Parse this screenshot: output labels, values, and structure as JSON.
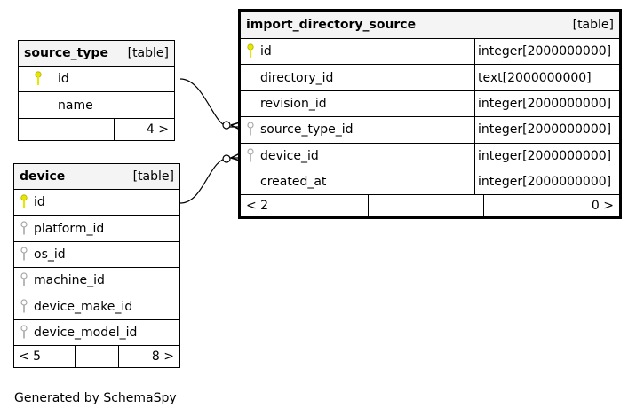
{
  "tables": {
    "source_type": {
      "name": "source_type",
      "type_label": "[table]",
      "columns": [
        {
          "name": "id",
          "key": "primary"
        },
        {
          "name": "name",
          "key": "none"
        }
      ],
      "footer": {
        "left": "",
        "right": "4 >"
      }
    },
    "device": {
      "name": "device",
      "type_label": "[table]",
      "columns": [
        {
          "name": "id",
          "key": "primary"
        },
        {
          "name": "platform_id",
          "key": "foreign"
        },
        {
          "name": "os_id",
          "key": "foreign"
        },
        {
          "name": "machine_id",
          "key": "foreign"
        },
        {
          "name": "device_make_id",
          "key": "foreign"
        },
        {
          "name": "device_model_id",
          "key": "foreign"
        }
      ],
      "footer": {
        "left": "< 5",
        "right": "8 >"
      }
    },
    "import_directory_source": {
      "name": "import_directory_source",
      "type_label": "[table]",
      "columns": [
        {
          "name": "id",
          "type": "integer[2000000000]",
          "key": "primary"
        },
        {
          "name": "directory_id",
          "type": "text[2000000000]",
          "key": "none"
        },
        {
          "name": "revision_id",
          "type": "integer[2000000000]",
          "key": "none"
        },
        {
          "name": "source_type_id",
          "type": "integer[2000000000]",
          "key": "foreign"
        },
        {
          "name": "device_id",
          "type": "integer[2000000000]",
          "key": "foreign"
        },
        {
          "name": "created_at",
          "type": "integer[2000000000]",
          "key": "none"
        }
      ],
      "footer": {
        "left": "< 2",
        "right": "0 >"
      }
    }
  },
  "caption": "Generated by SchemaSpy",
  "colors": {
    "primary_key": "#e6e600",
    "foreign_key": "#a8a8a8",
    "header_bg": "#f4f4f4"
  }
}
